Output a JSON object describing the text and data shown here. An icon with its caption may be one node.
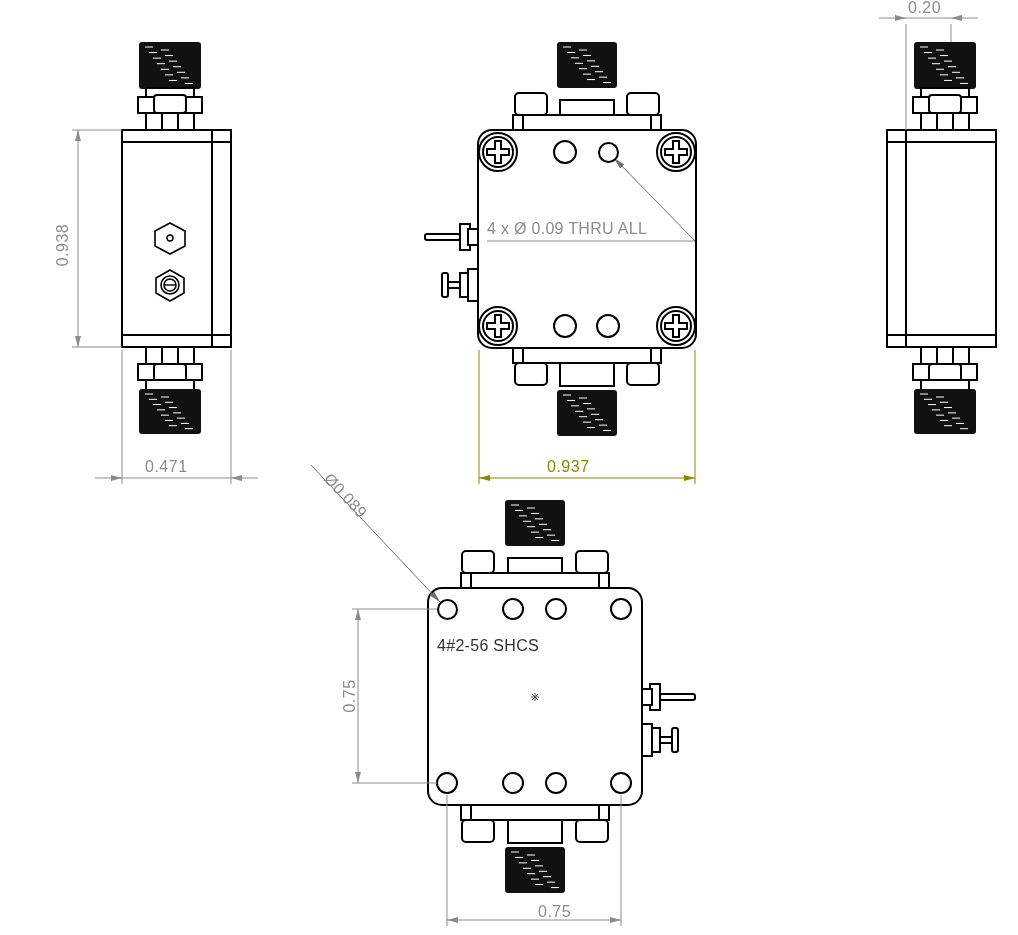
{
  "diagram": {
    "nodes": [
      {
        "text": [
          "4 x Ø 0.09 THRU ALL"
        ]
      },
      {
        "text": [],
        "shape": "circle"
      },
      {
        "text": [
          "Ø0.089"
        ]
      },
      {
        "text": [],
        "shape": "circle"
      }
    ],
    "edges": [
      {
        "from": 0,
        "to": 1,
        "arrow": "to"
      },
      {
        "from": 2,
        "to": 3,
        "arrow": "to"
      }
    ],
    "labels": [
      "0.20",
      "0.938",
      "0.471",
      "0.937",
      "4#2-56 SHCS",
      "0.75",
      "0.75"
    ]
  }
}
